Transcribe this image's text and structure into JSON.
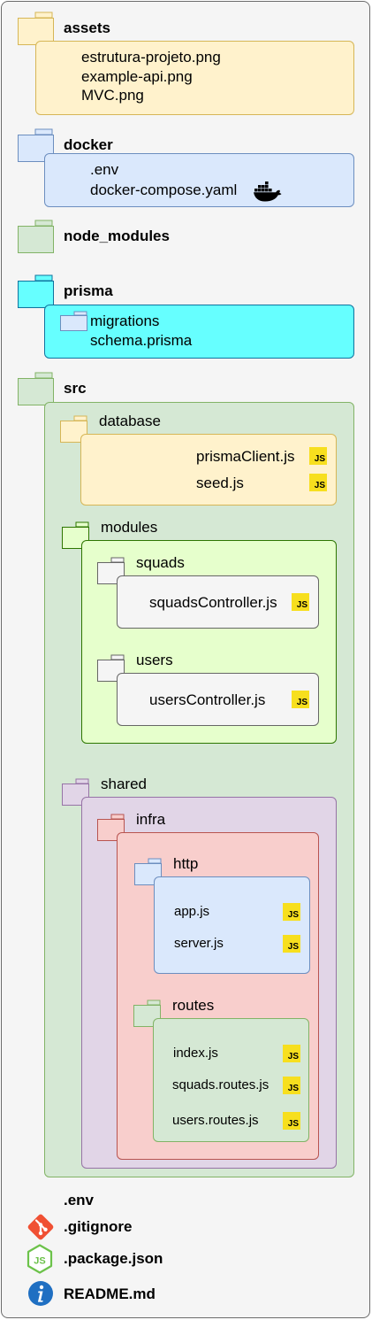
{
  "assets": {
    "name": "assets",
    "files": [
      "estrutura-projeto.png",
      "example-api.png",
      "MVC.png"
    ]
  },
  "docker": {
    "name": "docker",
    "files": [
      ".env",
      "docker-compose.yaml"
    ]
  },
  "node_modules": {
    "name": "node_modules"
  },
  "prisma": {
    "name": "prisma",
    "files": [
      "migrations",
      "schema.prisma"
    ]
  },
  "src": {
    "name": "src",
    "database": {
      "name": "database",
      "files": [
        "prismaClient.js",
        "seed.js"
      ]
    },
    "modules": {
      "name": "modules",
      "squads": {
        "name": "squads",
        "files": [
          "squadsController.js"
        ]
      },
      "users": {
        "name": "users",
        "files": [
          "usersController.js"
        ]
      }
    },
    "shared": {
      "name": "shared",
      "infra": {
        "name": "infra",
        "http": {
          "name": "http",
          "files": [
            "app.js",
            "server.js"
          ]
        },
        "routes": {
          "name": "routes",
          "files": [
            "index.js",
            "squads.routes.js",
            "users.routes.js"
          ]
        }
      }
    }
  },
  "root_files": [
    ".env",
    ".gitignore",
    ".package.json",
    "README.md"
  ],
  "js_badge": "JS",
  "icons": {
    "folder": "folder-icon",
    "docker": "docker-whale-icon",
    "javascript": "javascript-file-icon",
    "git": "git-icon",
    "node": "nodejs-icon",
    "info": "info-icon"
  },
  "colors": {
    "assets": "#fff2cc",
    "docker": "#dae8fc",
    "node_modules": "#d5e8d4",
    "prisma": "#66ffff",
    "src": "#d5e8d4",
    "database": "#fff2cc",
    "modules": "#e6ffcc",
    "module_item": "#f5f5f5",
    "shared": "#e1d5e7",
    "infra": "#f8cecc",
    "http": "#dae8fc",
    "routes": "#d5e8d4",
    "js_badge": "#f7df1e",
    "git": "#f05033",
    "node": "#6cc24a",
    "info": "#1f6fc2"
  }
}
